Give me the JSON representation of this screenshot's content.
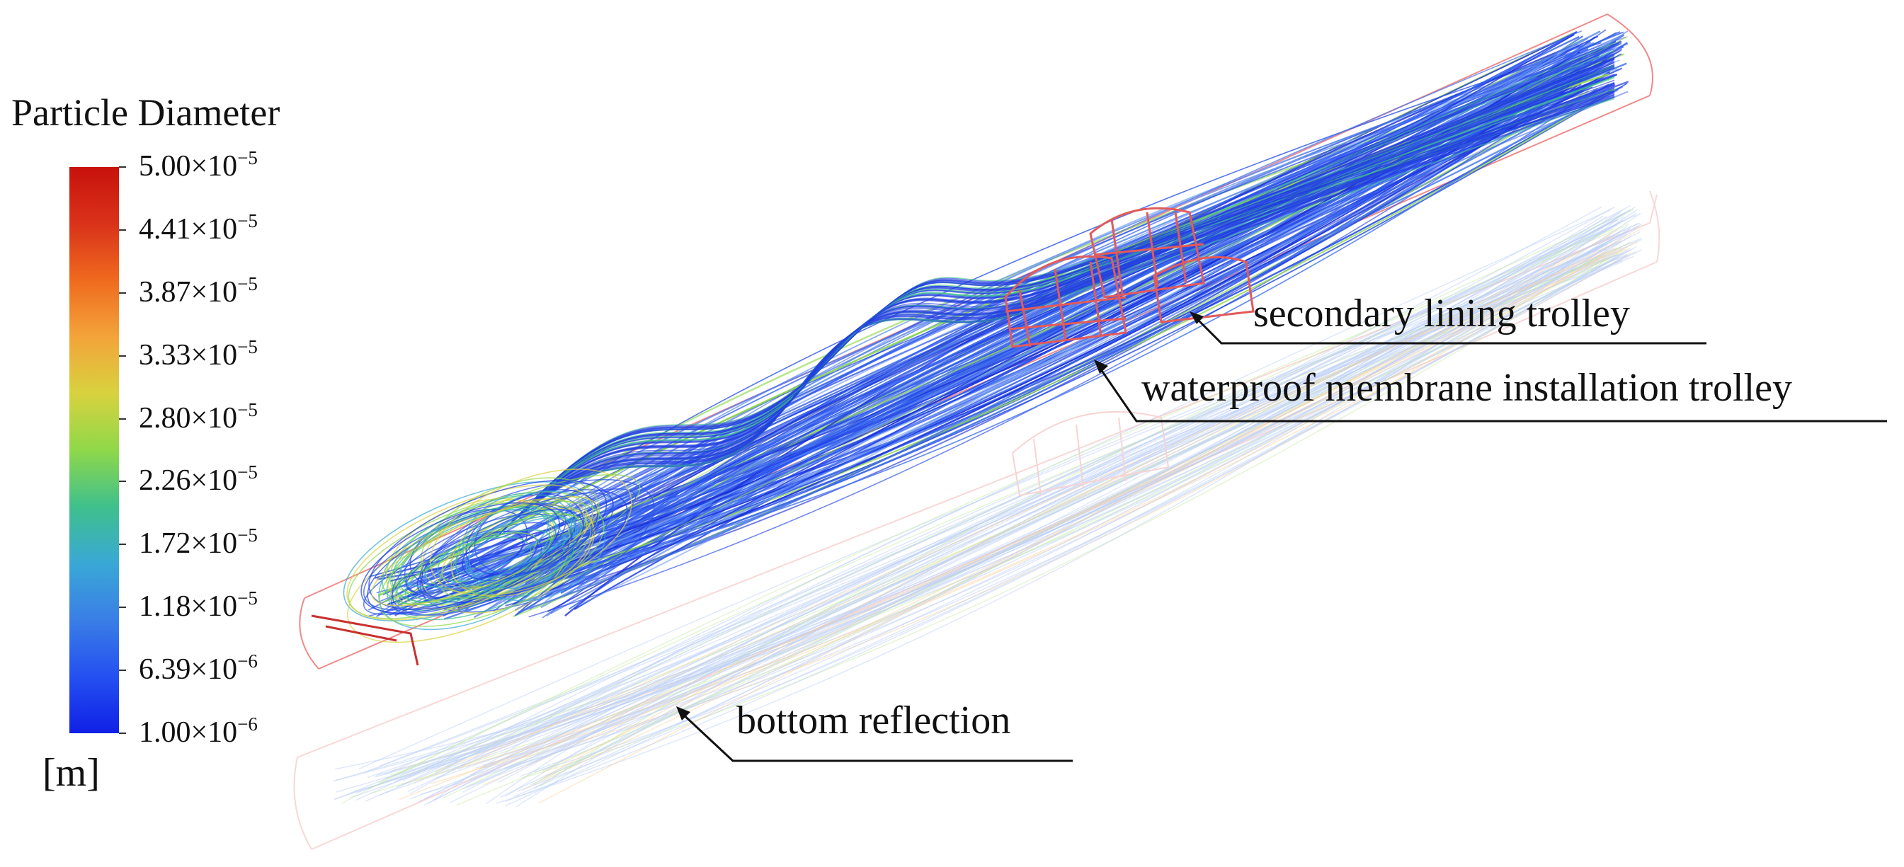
{
  "legend": {
    "title": "Particle Diameter",
    "unit": "[m]",
    "ticks": [
      {
        "mantissa": "5.00×10",
        "exponent": "−5"
      },
      {
        "mantissa": "4.41×10",
        "exponent": "−5"
      },
      {
        "mantissa": "3.87×10",
        "exponent": "−5"
      },
      {
        "mantissa": "3.33×10",
        "exponent": "−5"
      },
      {
        "mantissa": "2.80×10",
        "exponent": "−5"
      },
      {
        "mantissa": "2.26×10",
        "exponent": "−5"
      },
      {
        "mantissa": "1.72×10",
        "exponent": "−5"
      },
      {
        "mantissa": "1.18×10",
        "exponent": "−5"
      },
      {
        "mantissa": "6.39×10",
        "exponent": "−6"
      },
      {
        "mantissa": "1.00×10",
        "exponent": "−6"
      }
    ],
    "scale_colors": [
      "#c8120c",
      "#ef6a1e",
      "#f3a43a",
      "#d8d23e",
      "#8fd84a",
      "#3fc08c",
      "#39a8d6",
      "#3a7ee6",
      "#2450f0",
      "#1020e6"
    ]
  },
  "annotations": {
    "secondary_lining_trolley": "secondary lining trolley",
    "waterproof_membrane_trolley": "waterproof membrane installation trolley",
    "bottom_reflection": "bottom reflection"
  },
  "colors": {
    "tunnel_outline": "#f08a8a",
    "trolley": "#e35a5a"
  }
}
